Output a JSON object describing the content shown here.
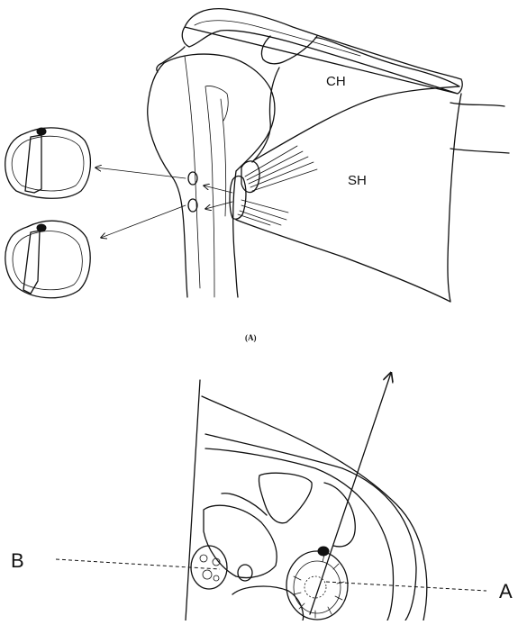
{
  "labels": {
    "ch": "CH",
    "sh": "SH",
    "panel_a": "(A)",
    "b": "B",
    "a": "A"
  }
}
